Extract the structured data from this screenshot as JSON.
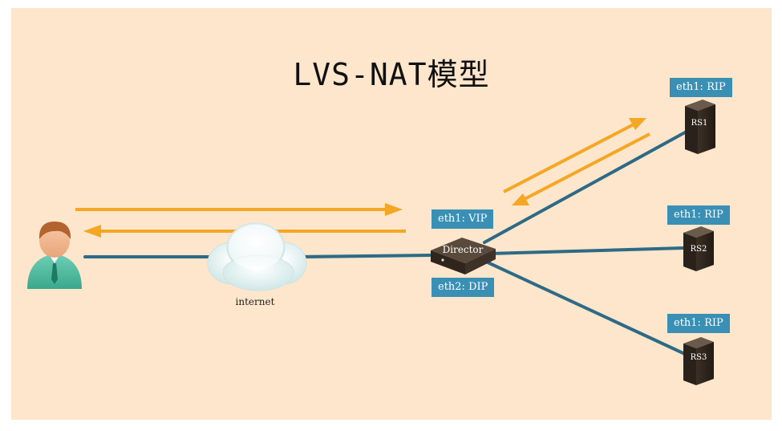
{
  "title": "LVS-NAT模型",
  "cloud_label": "internet",
  "director": {
    "label": "Director",
    "vip_tag": "eth1: VIP",
    "dip_tag": "eth2: DIP"
  },
  "real_servers": [
    {
      "label": "RS1",
      "tag": "eth1: RIP"
    },
    {
      "label": "RS2",
      "tag": "eth1: RIP"
    },
    {
      "label": "RS3",
      "tag": "eth1: RIP"
    }
  ],
  "colors": {
    "background": "#fde6cc",
    "link": "#2e6a85",
    "flow_arrow": "#f5a623",
    "tag": "#3a8fb5"
  },
  "icons": [
    "user-icon",
    "cloud-icon",
    "director-icon",
    "server-icon"
  ]
}
